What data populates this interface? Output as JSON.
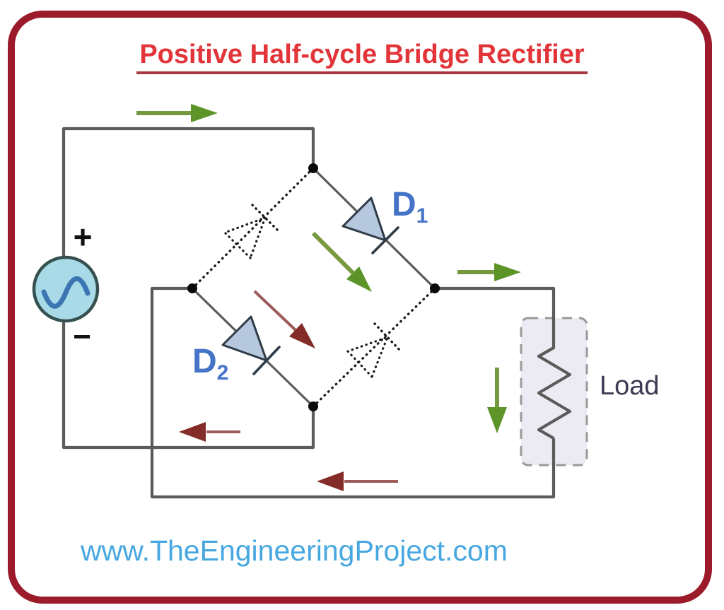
{
  "title": {
    "text": "Positive Half-cycle Bridge Rectifier"
  },
  "source": {
    "plus": "+",
    "minus": "−"
  },
  "diodes": {
    "d1": {
      "name": "D",
      "sub": "1"
    },
    "d2": {
      "name": "D",
      "sub": "2"
    }
  },
  "load": {
    "label": "Load"
  },
  "footer": {
    "website": "www.TheEngineeringProject.com"
  },
  "colors": {
    "border": "#9C1B2B",
    "title": "#E23539",
    "title_underline": "#AA3740",
    "wire": "#5B5B5B",
    "dotted": "#1B1B1B",
    "node": "#0A0A0A",
    "green_arrow": "#76993F",
    "green_arrow_head": "#5C9428",
    "red_arrow": "#9C5A5A",
    "red_arrow_head": "#832C28",
    "diode_fill": "#B5C8DD",
    "diode_stroke": "#2F3C48",
    "source_fill": "#A8DAE8",
    "source_stroke": "#35504F",
    "sine": "#3B76B2",
    "load_box_fill": "#ECEAF2",
    "load_box_stroke": "#9A9A9A",
    "load_text": "#3C3A52",
    "label_blue": "#4573C8",
    "website": "#47A7E0"
  }
}
